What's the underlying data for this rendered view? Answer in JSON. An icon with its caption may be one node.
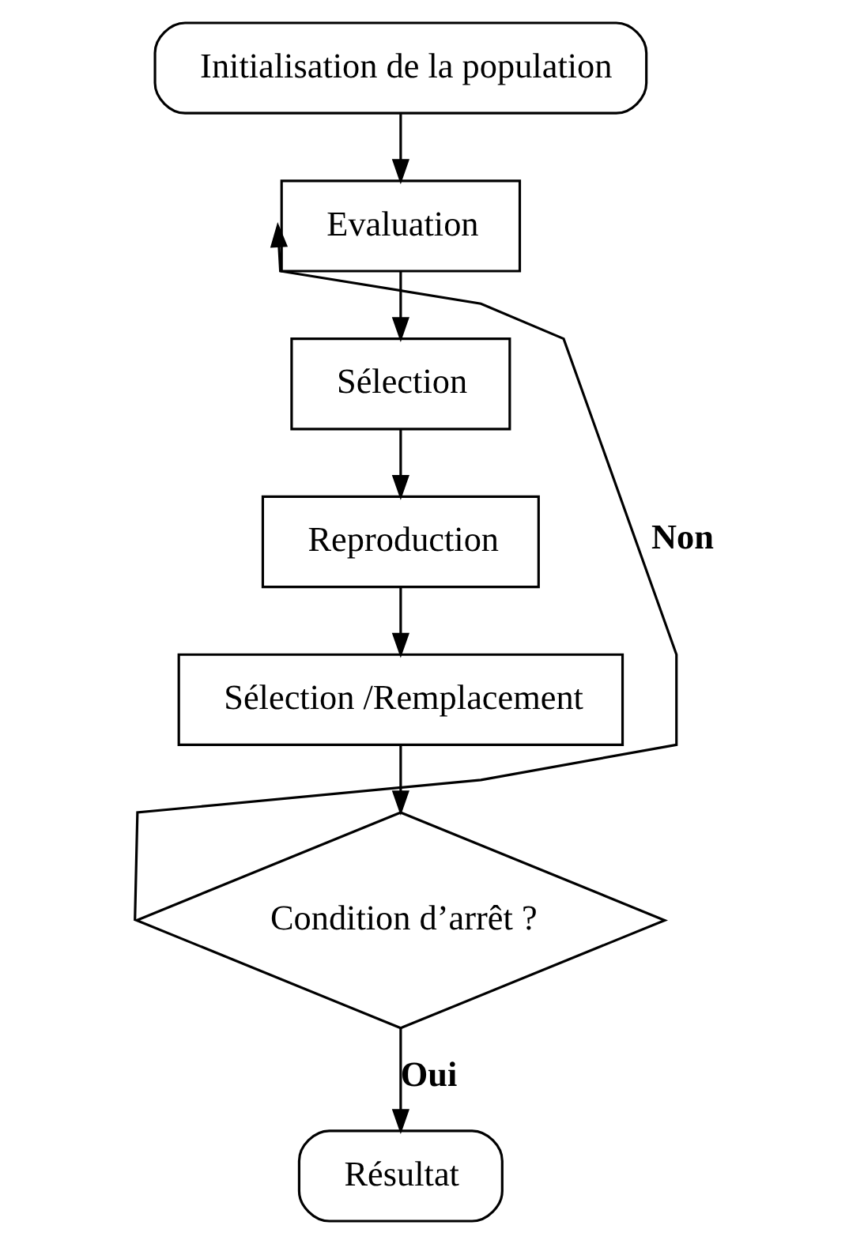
{
  "diagram": {
    "nodes": [
      {
        "text": [
          "Initialisation de la population"
        ]
      },
      {
        "text": [
          "Evaluation"
        ]
      },
      {
        "text": [
          "Sélection"
        ]
      },
      {
        "text": [
          "Reproduction"
        ]
      },
      {
        "text": [
          "Sélection /Remplacement"
        ]
      },
      {
        "text": [
          "Condition d’arrêt ?"
        ]
      },
      {
        "text": [
          "Résultat"
        ]
      }
    ],
    "edges": [
      {
        "from": 0,
        "to": 1,
        "arrow": "to"
      },
      {
        "from": 1,
        "to": 2,
        "arrow": "to"
      },
      {
        "from": 2,
        "to": 3,
        "arrow": "to"
      },
      {
        "from": 3,
        "to": 4,
        "arrow": "to"
      },
      {
        "from": 4,
        "to": 5,
        "arrow": "to"
      },
      {
        "from": 5,
        "to": 1,
        "arrow": "to",
        "label": "Non"
      },
      {
        "from": 5,
        "to": 6,
        "arrow": "to",
        "label": "Oui"
      }
    ]
  }
}
